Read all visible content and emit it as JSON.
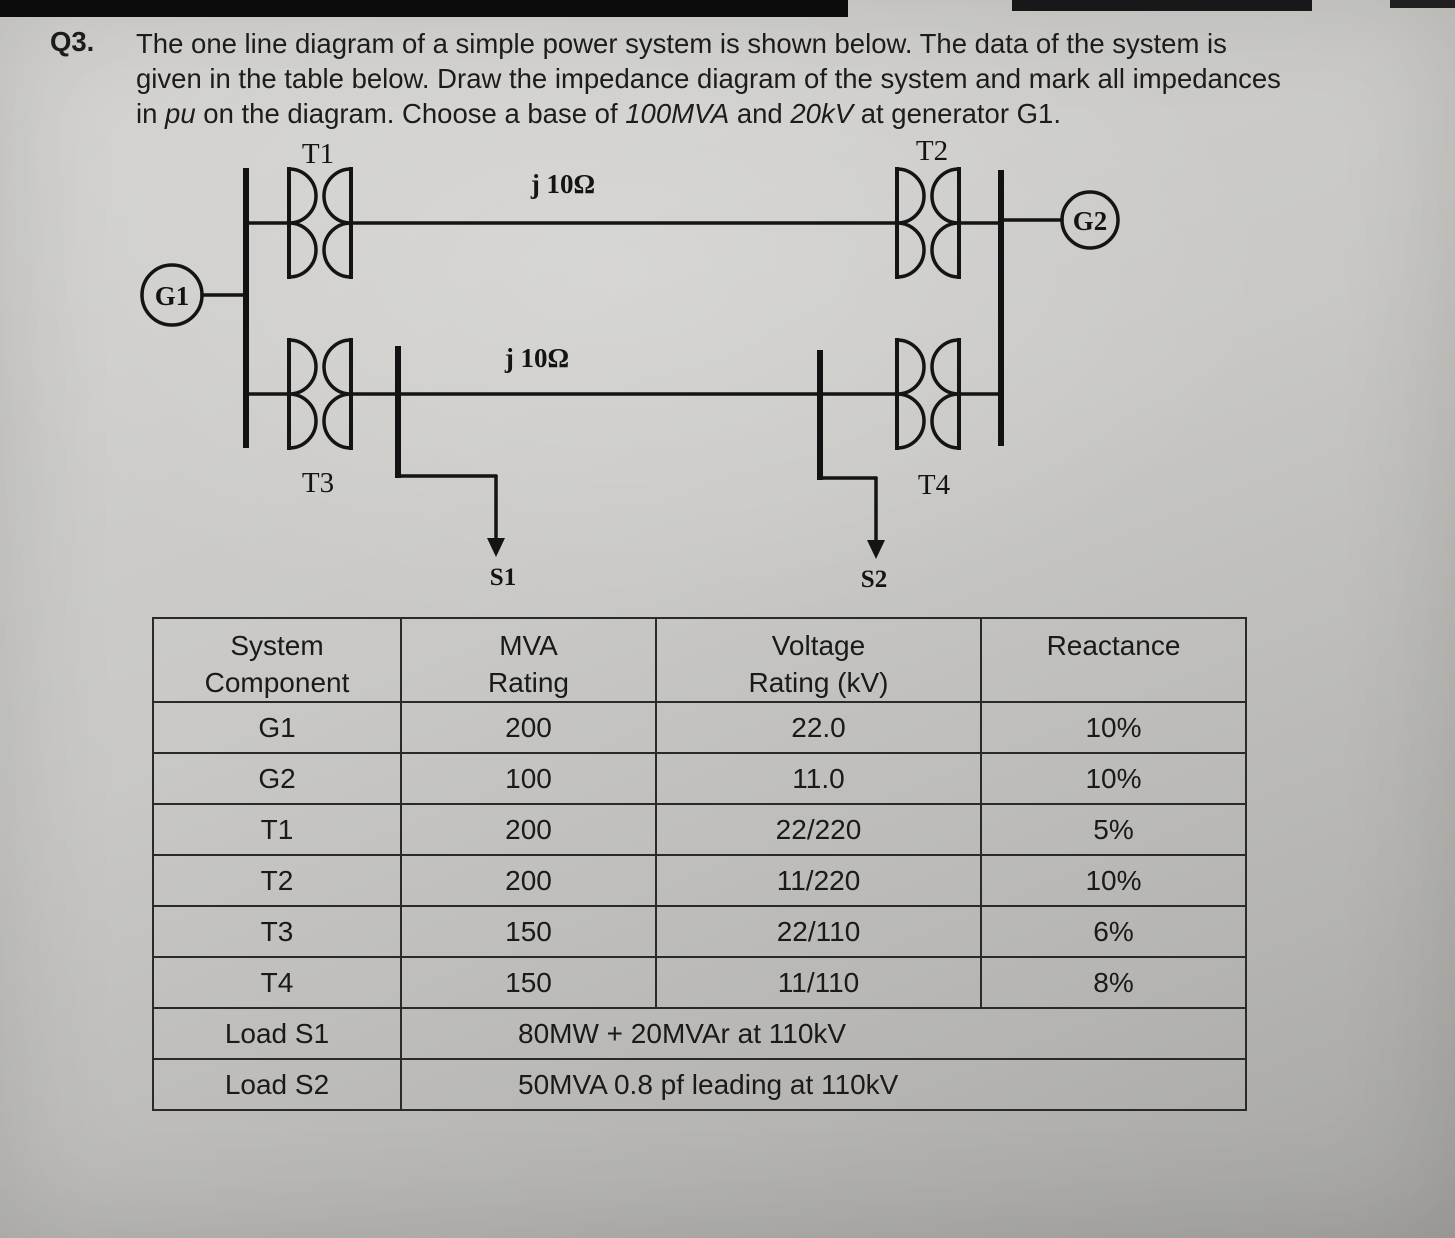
{
  "page": {
    "question_number": "Q3.",
    "question_lines": {
      "l1": "The one line diagram of a simple power system is shown below. The data of the system is",
      "l2": "given in the table below. Draw the impedance diagram of the system and mark all impedances",
      "l3_a": "in ",
      "l3_pu": "pu",
      "l3_b": " on the diagram. Choose a base of ",
      "l3_mva": "100MVA",
      "l3_c": " and ",
      "l3_kv": "20kV",
      "l3_d": " at generator G1."
    }
  },
  "diagram": {
    "g1_label": "G1",
    "g2_label": "G2",
    "t1_label": "T1",
    "t2_label": "T2",
    "t3_label": "T3",
    "t4_label": "T4",
    "line1_impedance": "j 10Ω",
    "line2_impedance": "j 10Ω",
    "s1_label": "S1",
    "s2_label": "S2"
  },
  "table": {
    "headers": [
      {
        "line1": "System",
        "line2": "Component"
      },
      {
        "line1": "MVA",
        "line2": "Rating"
      },
      {
        "line1": "Voltage",
        "line2": "Rating (kV)"
      },
      {
        "line1": "Reactance",
        "line2": ""
      }
    ],
    "rows": [
      {
        "component": "G1",
        "mva": "200",
        "voltage": "22.0",
        "reactance": "10%"
      },
      {
        "component": "G2",
        "mva": "100",
        "voltage": "11.0",
        "reactance": "10%"
      },
      {
        "component": "T1",
        "mva": "200",
        "voltage": "22/220",
        "reactance": "5%"
      },
      {
        "component": "T2",
        "mva": "200",
        "voltage": "11/220",
        "reactance": "10%"
      },
      {
        "component": "T3",
        "mva": "150",
        "voltage": "22/110",
        "reactance": "6%"
      },
      {
        "component": "T4",
        "mva": "150",
        "voltage": "11/110",
        "reactance": "8%"
      }
    ],
    "loads": [
      {
        "label": "Load S1",
        "desc": "80MW + 20MVAr at 110kV"
      },
      {
        "label": "Load S2",
        "desc": "50MVA 0.8 pf leading at 110kV"
      }
    ]
  },
  "colors": {
    "ink": "#141414",
    "paper_light": "#d4d3d0",
    "paper_dark": "#a6a5a2"
  }
}
